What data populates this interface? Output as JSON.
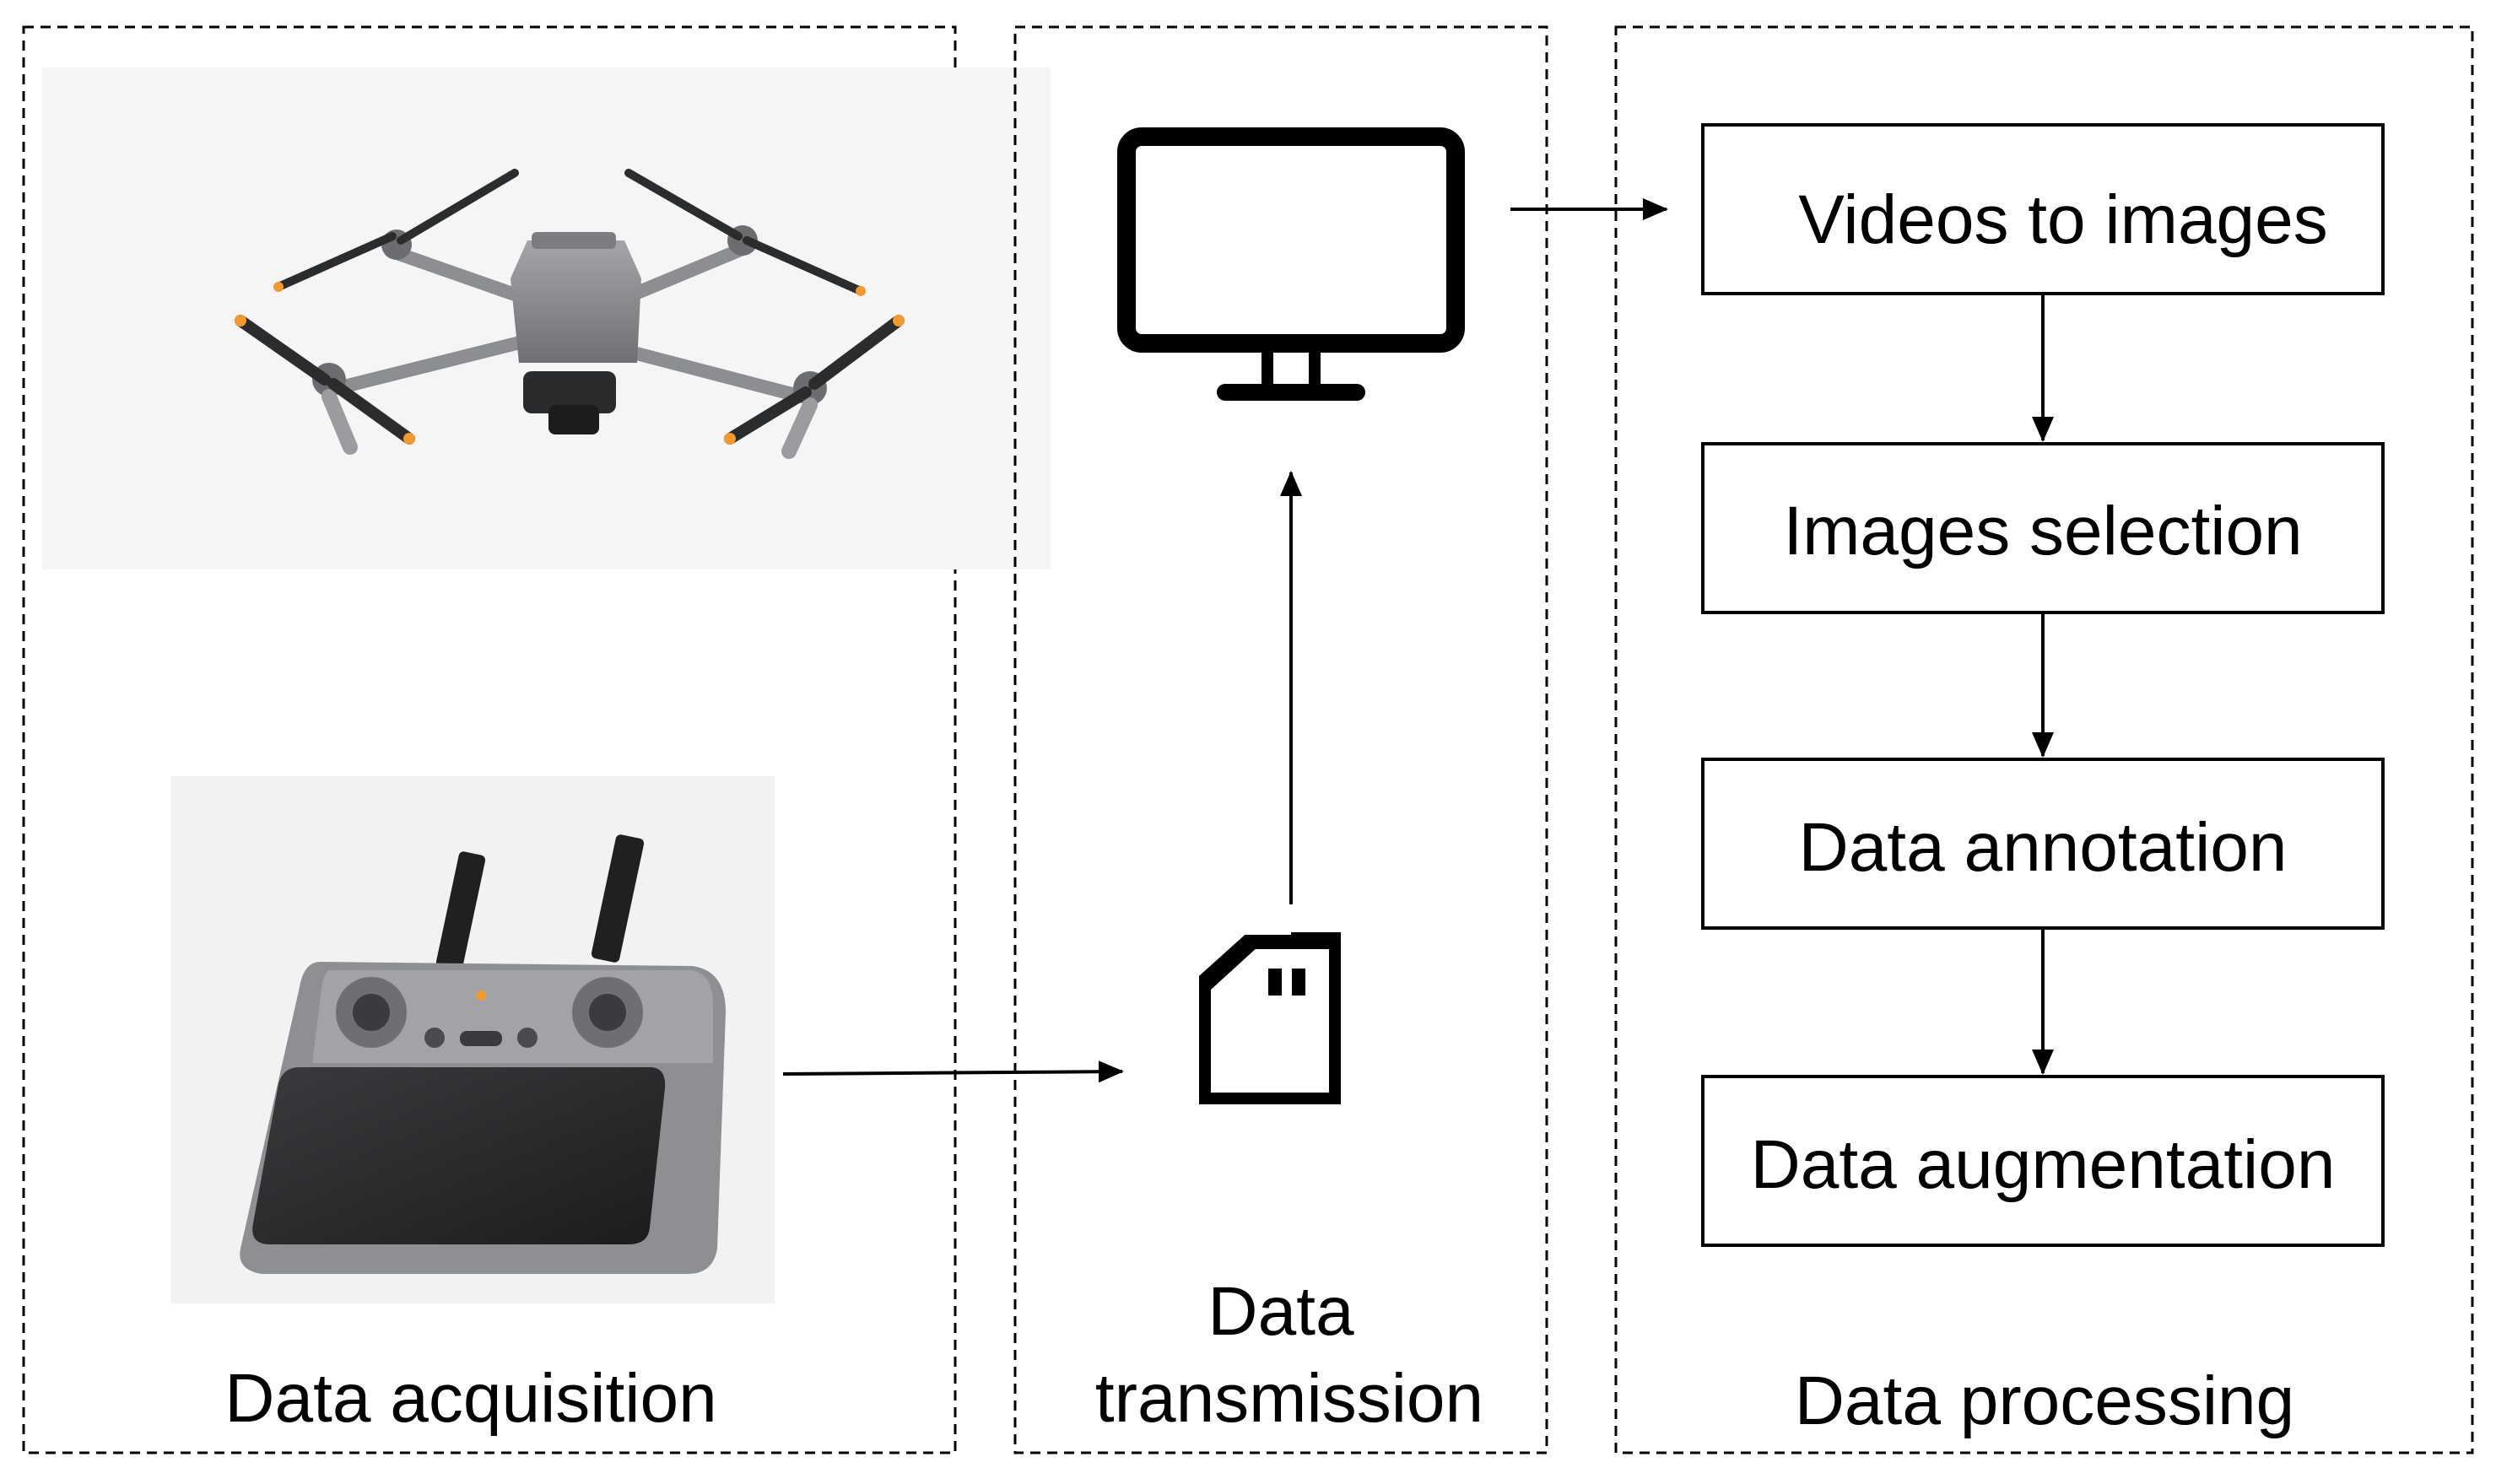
{
  "panels": {
    "acquisition": {
      "caption": "Data acquisition"
    },
    "transmission": {
      "caption_line1": "Data",
      "caption_line2": "transmission"
    },
    "processing": {
      "caption": "Data processing"
    }
  },
  "steps": [
    {
      "label": "Videos to images"
    },
    {
      "label": "Images selection"
    },
    {
      "label": "Data annotation"
    },
    {
      "label": "Data augmentation"
    }
  ],
  "icons": {
    "drone": "drone-icon",
    "remote": "remote-controller-icon",
    "monitor": "monitor-icon",
    "sdcard": "sd-card-icon"
  },
  "colors": {
    "line": "#000000",
    "drone_body": "#9a9ca0",
    "controller_body": "#8e8f92",
    "accent_orange": "#f29a2e"
  }
}
